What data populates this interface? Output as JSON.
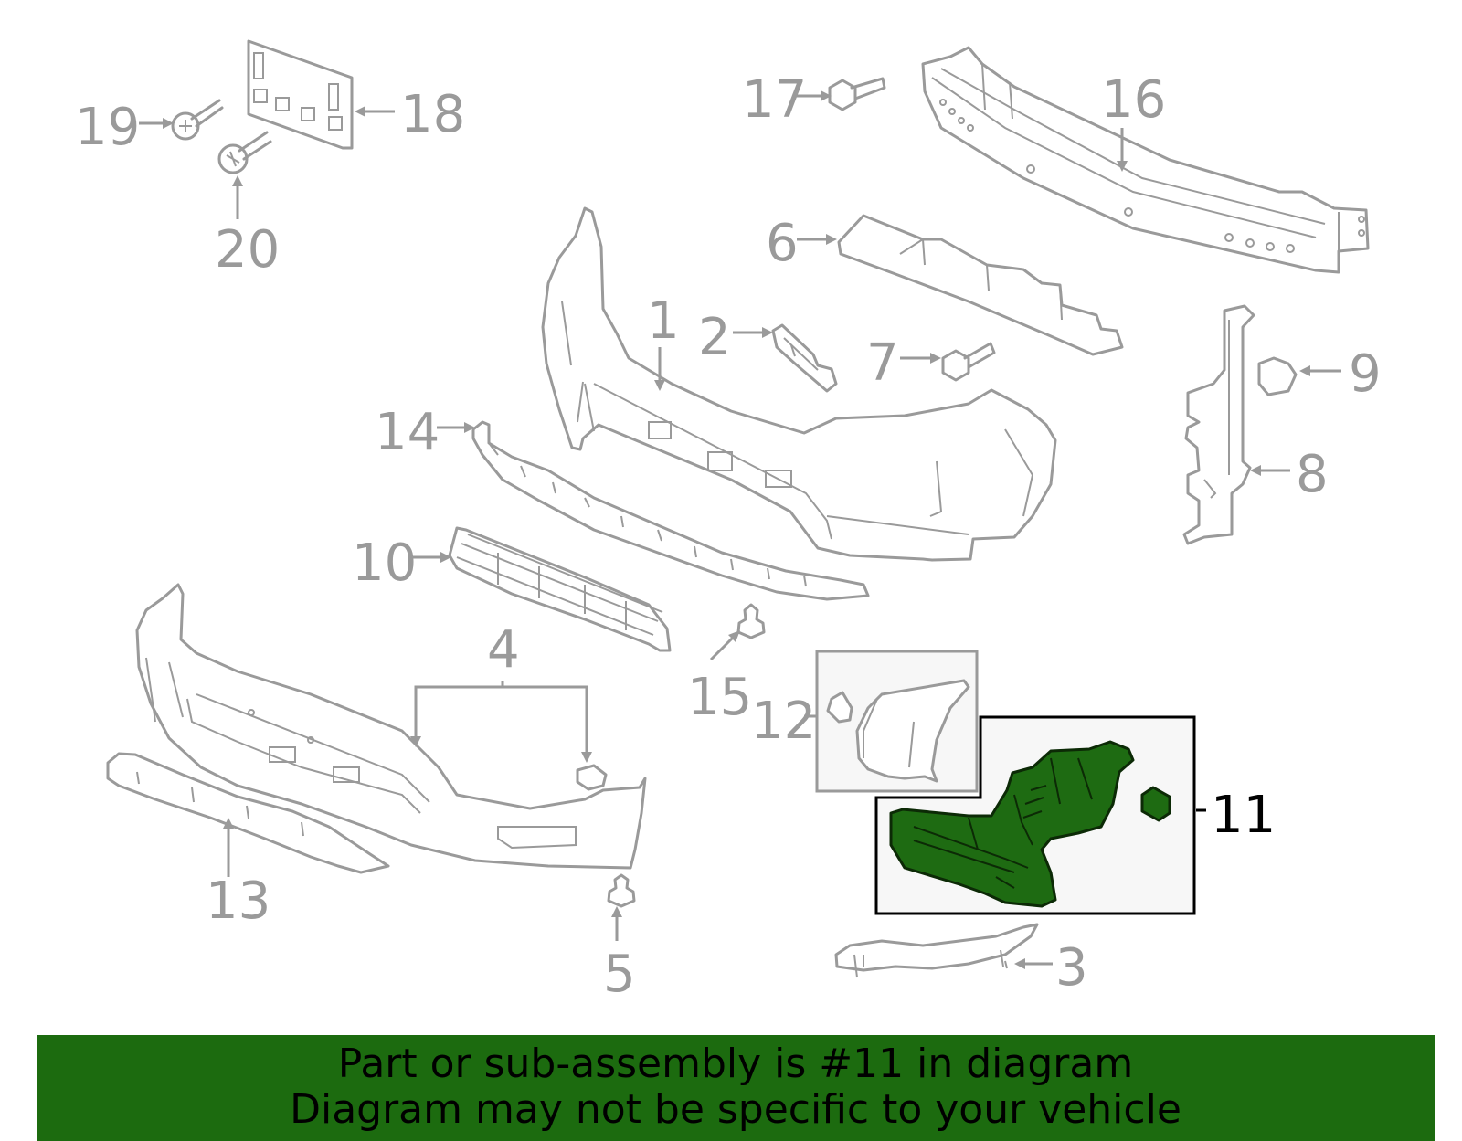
{
  "callouts": {
    "c1": "1",
    "c2": "2",
    "c3": "3",
    "c4": "4",
    "c5": "5",
    "c6": "6",
    "c7": "7",
    "c8": "8",
    "c9": "9",
    "c10": "10",
    "c11": "11",
    "c12": "12",
    "c13": "13",
    "c14": "14",
    "c15": "15",
    "c16": "16",
    "c17": "17",
    "c18": "18",
    "c19": "19",
    "c20": "20"
  },
  "highlighted_part": "11",
  "colors": {
    "highlight_fill": "#1e6b12",
    "banner_background": "#1c6b0f",
    "parts_stroke": "#9a9a9a"
  },
  "banner": {
    "line1": "Part or sub-assembly is #11 in diagram",
    "line2": "Diagram may not be specific to your vehicle"
  }
}
